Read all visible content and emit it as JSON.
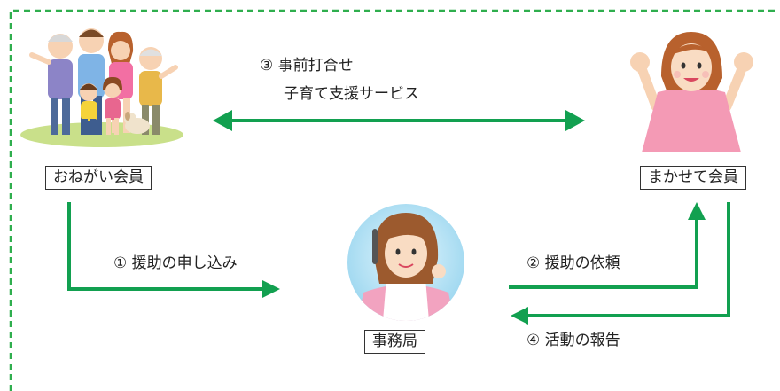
{
  "colors": {
    "arrow": "#12a050",
    "border_dash": "#2fae4e",
    "box_border": "#333333"
  },
  "nodes": {
    "requester": {
      "label": "おねがい会員",
      "icon": "family-group-icon"
    },
    "provider": {
      "label": "まかせて会員",
      "icon": "cheering-woman-icon"
    },
    "office": {
      "label": "事務局",
      "icon": "operator-woman-icon"
    }
  },
  "steps": {
    "step1": "① 援助の申し込み",
    "step2": "② 援助の依頼",
    "step3_line1": "③ 事前打合せ",
    "step3_line2": "子育て支援サービス",
    "step4": "④ 活動の報告"
  }
}
